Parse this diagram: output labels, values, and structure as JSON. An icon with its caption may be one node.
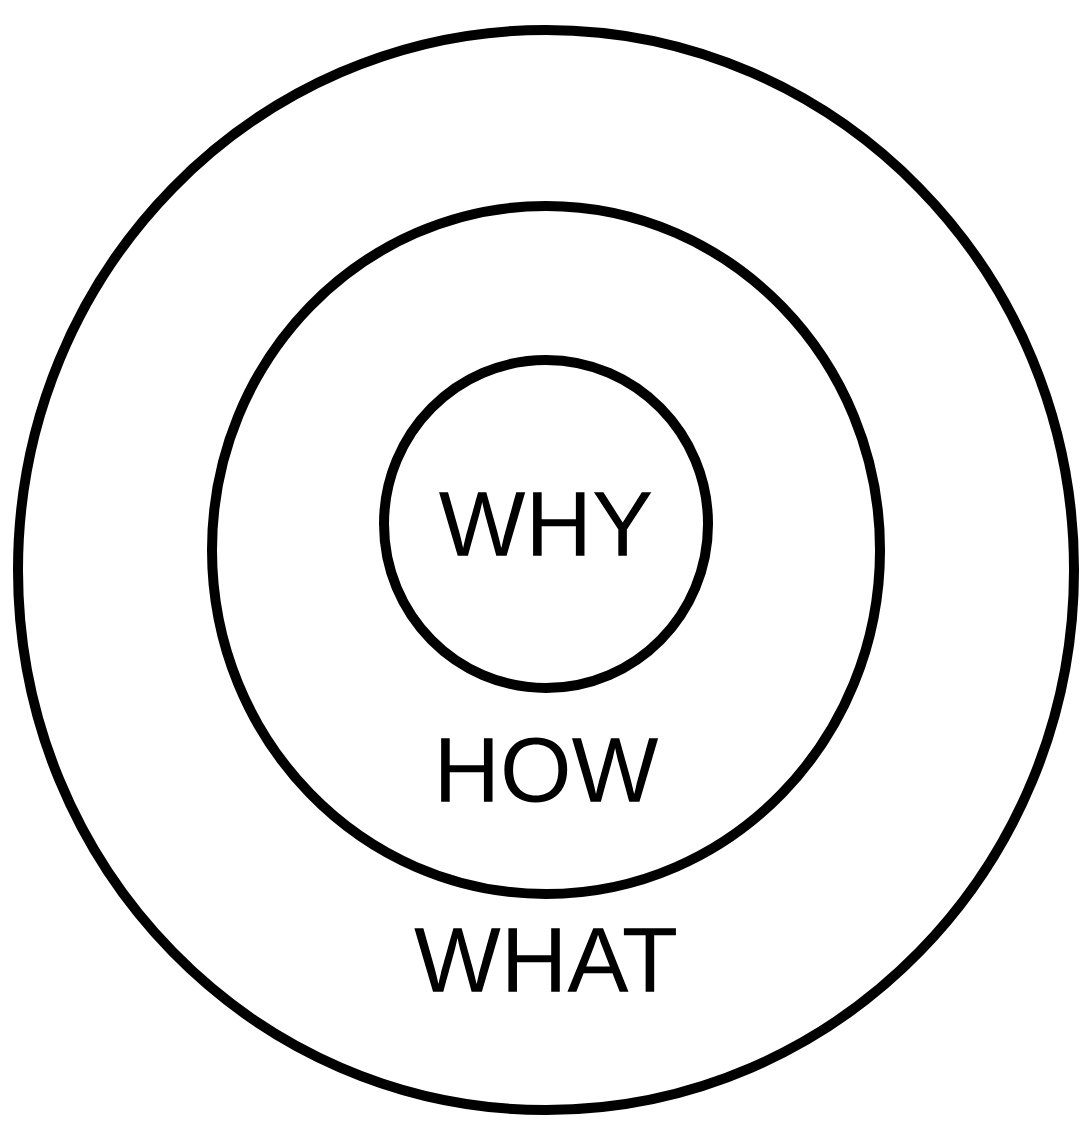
{
  "diagram": {
    "nodes": [
      {
        "text": [
          "WHAT"
        ]
      },
      {
        "text": [
          "HOW"
        ],
        "in": 0
      },
      {
        "text": [
          "WHY"
        ],
        "in": 1
      }
    ]
  }
}
